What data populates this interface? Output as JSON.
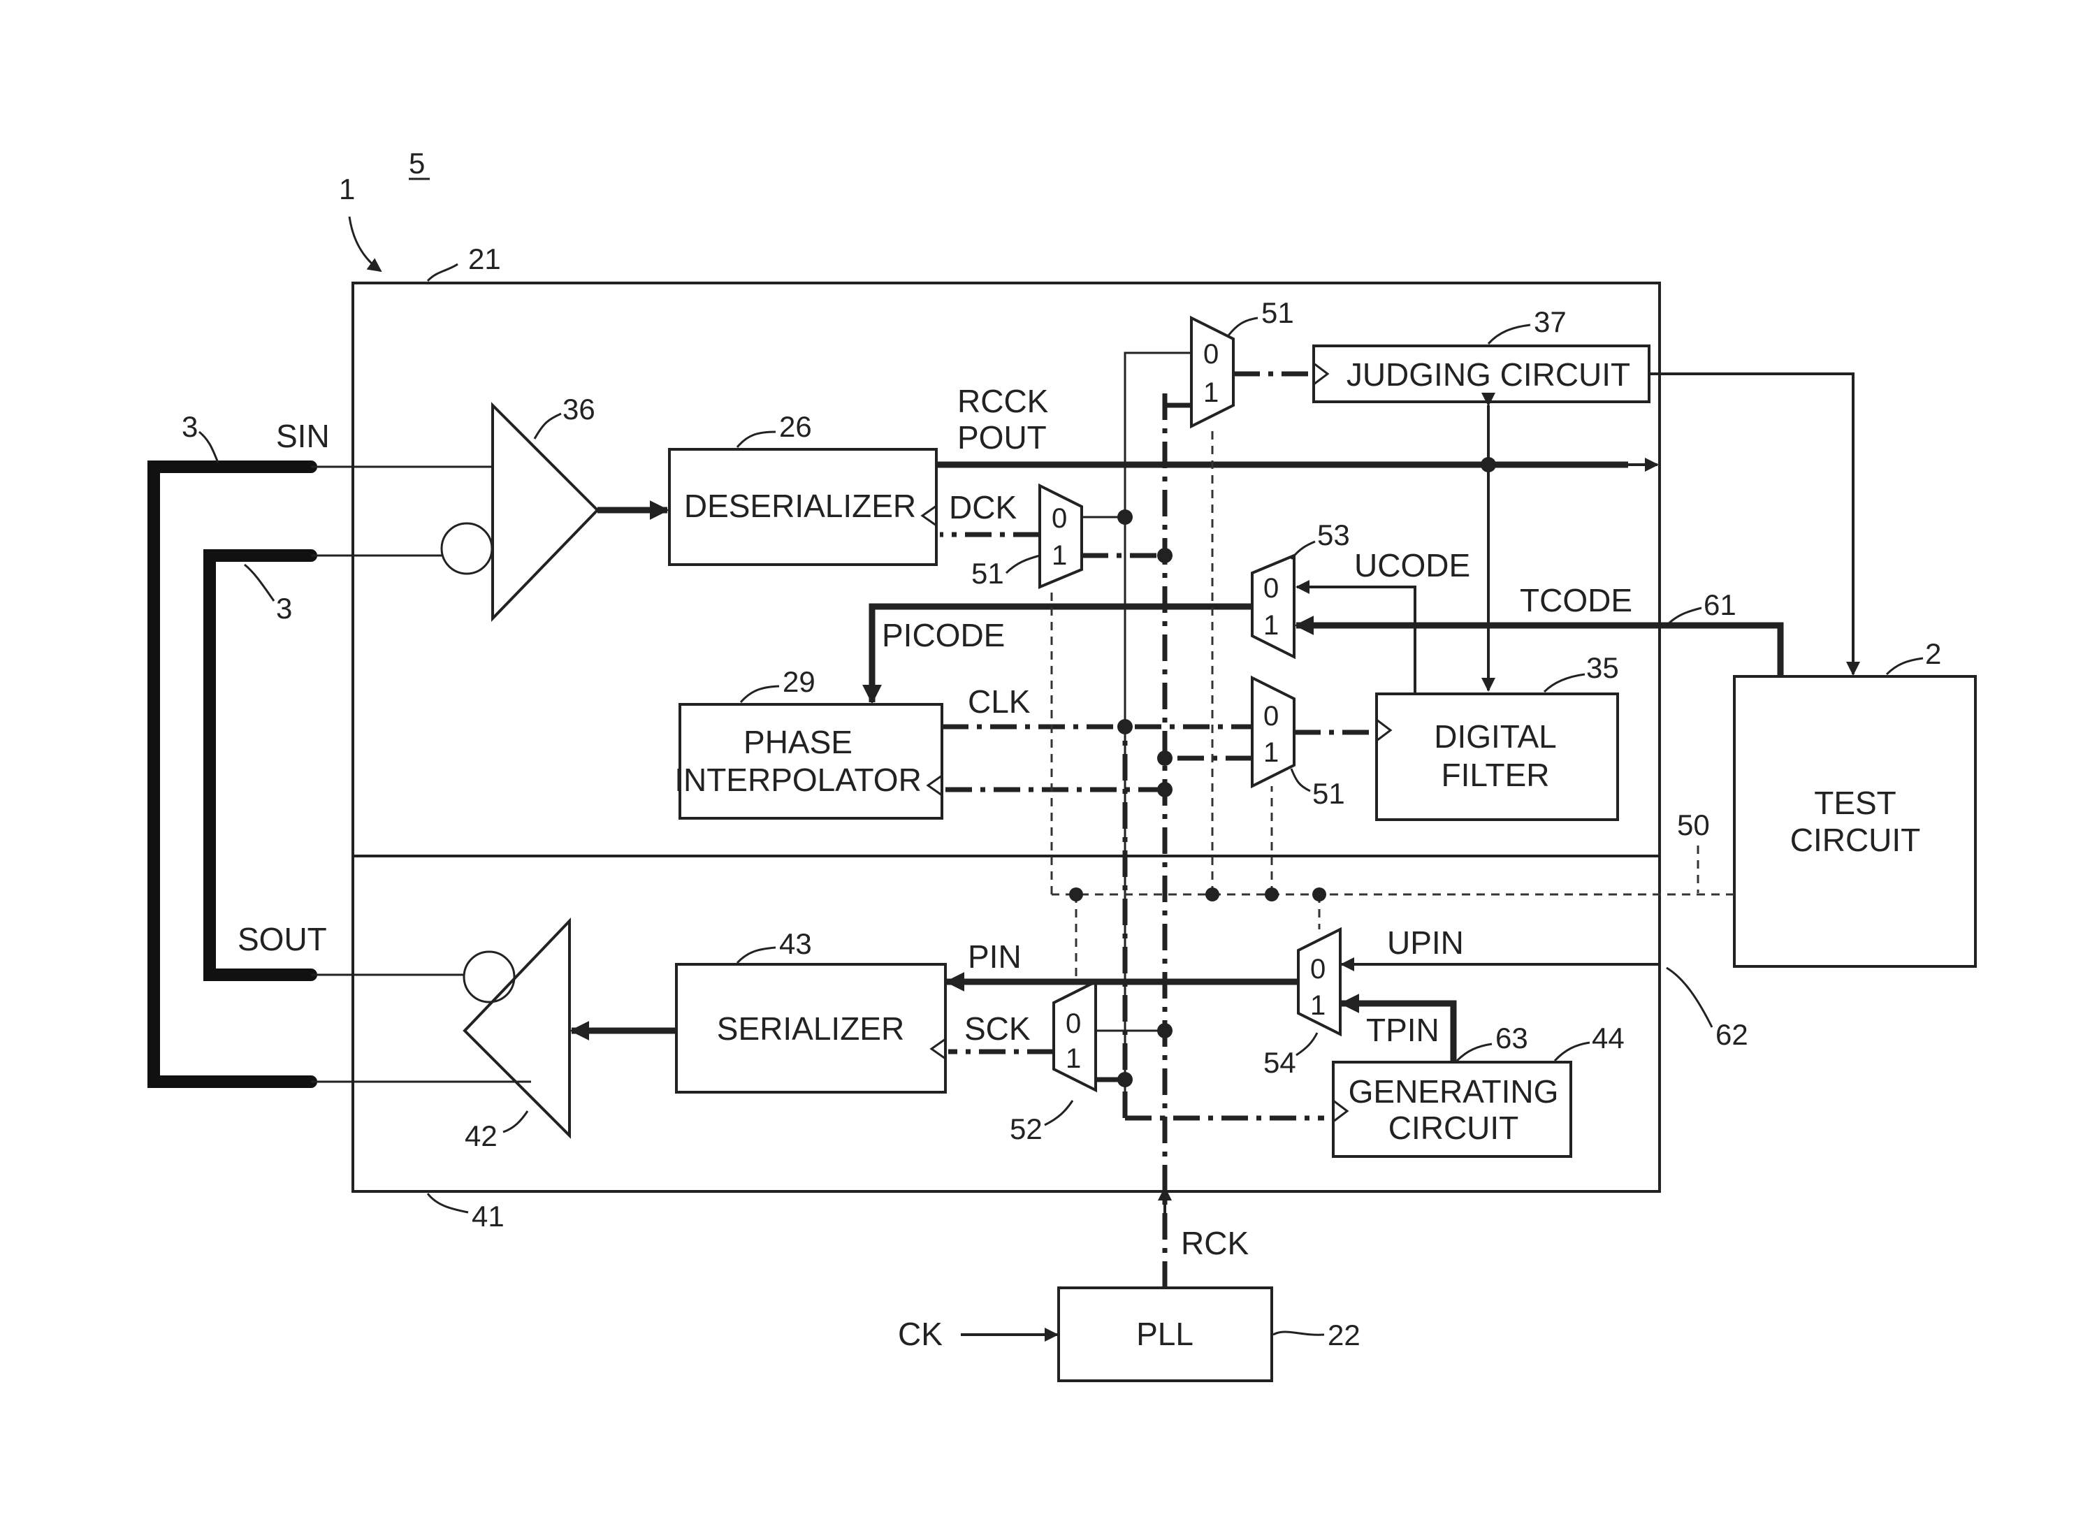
{
  "figure": {
    "number": "5"
  },
  "refs": {
    "system": "1",
    "test_circuit": "2",
    "cable_a": "3",
    "cable_b": "3",
    "receiver": "21",
    "pll": "22",
    "deserializer": "26",
    "phase_interp": "29",
    "digital_filter": "35",
    "input_buffer": "36",
    "judging": "37",
    "transmitter": "41",
    "output_buffer": "42",
    "serializer": "43",
    "generating": "44",
    "sel_line": "50",
    "mux51_top": "51",
    "mux51_mid": "51",
    "mux51_bottom": "51",
    "mux52": "52",
    "mux53": "53",
    "mux54": "54",
    "tcode_line": "61",
    "upin_line": "62",
    "tpin_ref": "63"
  },
  "blocks": {
    "deserializer": "DESERIALIZER",
    "judging": "JUDGING CIRCUIT",
    "phase_interp_l1": "PHASE",
    "phase_interp_l2": "INTERPOLATOR",
    "digital_filter_l1": "DIGITAL",
    "digital_filter_l2": "FILTER",
    "serializer": "SERIALIZER",
    "generating_l1": "GENERATING",
    "generating_l2": "CIRCUIT",
    "test_l1": "TEST",
    "test_l2": "CIRCUIT",
    "pll": "PLL"
  },
  "signals": {
    "sin": "SIN",
    "sout": "SOUT",
    "rcck": "RCCK",
    "pout": "POUT",
    "dck": "DCK",
    "ucode": "UCODE",
    "tcode": "TCODE",
    "picode": "PICODE",
    "clk": "CLK",
    "pin": "PIN",
    "upin": "UPIN",
    "sck": "SCK",
    "tpin": "TPIN",
    "rck": "RCK",
    "ck": "CK"
  },
  "mux_inputs": {
    "zero": "0",
    "one": "1"
  }
}
